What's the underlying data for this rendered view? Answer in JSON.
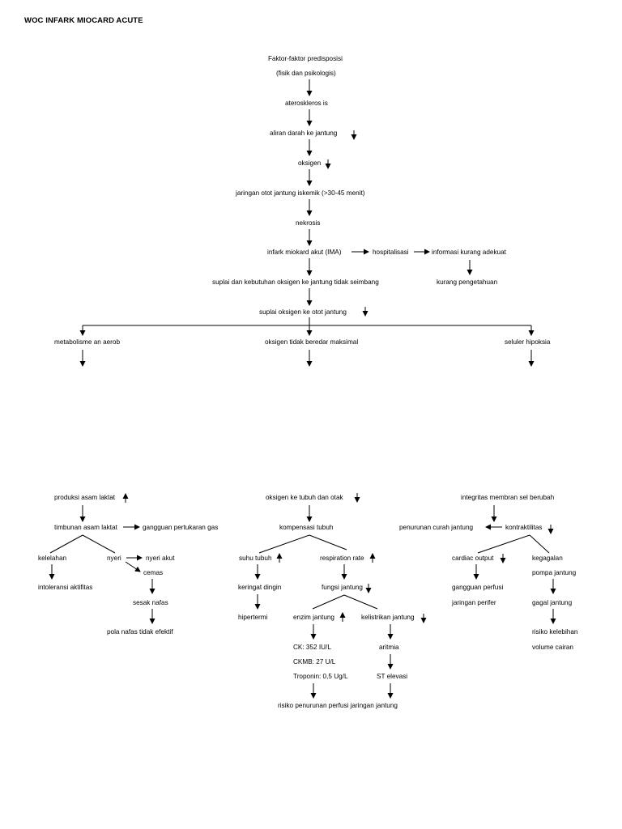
{
  "title": "WOC INFARK MIOCARD ACUTE",
  "nodes": {
    "faktor": "Faktor-faktor predisposisi",
    "fisik": "(fisik dan psikologis)",
    "ateroskl": "ateroskleros is",
    "aliran": "aliran darah ke jantung",
    "oksigen": "oksigen",
    "jaringan_otot": "jaringan otot jantung iskemik (>30-45 menit)",
    "nekrosis": "nekrosis",
    "ima": "infark miokard akut (IMA)",
    "hospitalisasi": "hospitalisasi",
    "informasi": "informasi kurang adekuat",
    "suplai_kebutuhan": "suplai dan kebutuhan oksigen ke jantung tidak seimbang",
    "kurang_pengetahuan": "kurang pengetahuan",
    "suplai_otot": "suplai oksigen ke otot jantung",
    "metabolisme": "metabolisme an aerob",
    "tidak_beredar": "oksigen tidak beredar maksimal",
    "seluler": "seluler hipoksia",
    "produksi": "produksi asam laktat",
    "timbunan": "timbunan asam laktat",
    "gangguan_gas": "gangguan pertukaran gas",
    "kelelahan": "kelelahan",
    "nyeri": "nyeri",
    "nyeri_akut": "nyeri akut",
    "cemas": "cemas",
    "intoleransi": "intoleransi aktifitas",
    "sesak": "sesak nafas",
    "pola_nafas": "pola nafas tidak efektif",
    "oksigen_tubuh": "oksigen ke tubuh dan otak",
    "kompensasi": "kompensasi tubuh",
    "suhu": "suhu tubuh",
    "respiration": "respiration rate",
    "keringat": "keringat dingin",
    "fungsi": "fungsi jantung",
    "hipertermi": "hipertermi",
    "enzim": "enzim jantung",
    "kelistrikan": "kelistrikan jantung",
    "ck": "CK: 352 IU/L",
    "ckmb": "CKMB: 27 U/L",
    "troponin": "Troponin: 0,5 Ug/L",
    "aritmia": "aritmia",
    "st": "ST elevasi",
    "risiko_perfusi": "risiko penurunan perfusi jaringan jantung",
    "integritas": "integritas membran sel berubah",
    "penurunan_curah": "penurunan curah jantung",
    "kontraktilitas": "kontraktilitas",
    "cardiac": "cardiac output",
    "kegagalan": "kegagalan",
    "pompa": "pompa jantung",
    "gangguan_perfusi": "gangguan perfusi",
    "perifer": "jaringan perifer",
    "gagal": "gagal jantung",
    "risiko_kelebihan": "risiko kelebihan",
    "volume": "volume cairan"
  }
}
